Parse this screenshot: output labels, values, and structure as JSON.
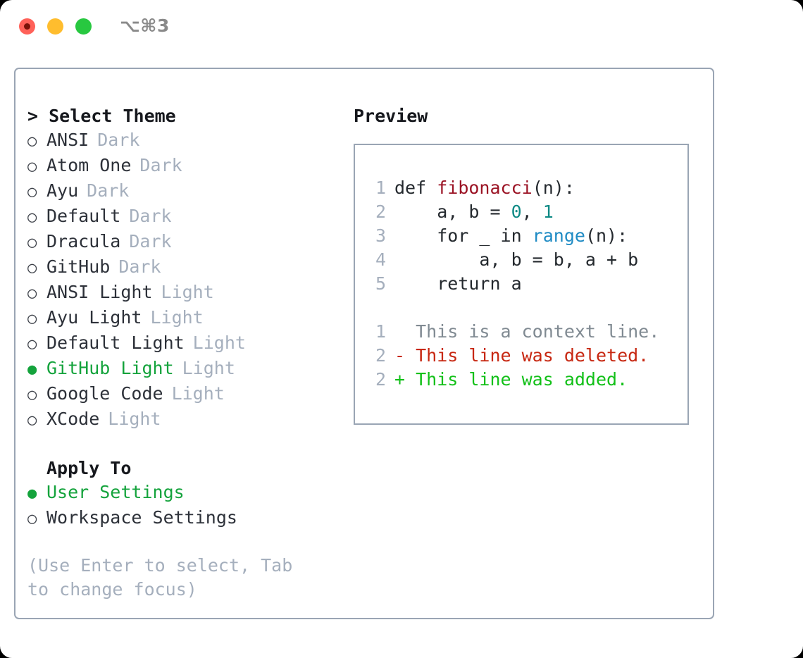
{
  "window": {
    "shortcut": "⌥⌘3",
    "traffic_lights": [
      {
        "name": "close",
        "color": "#ff6159"
      },
      {
        "name": "minimize",
        "color": "#ffbd2e"
      },
      {
        "name": "maximize",
        "color": "#28c840"
      }
    ]
  },
  "theme_picker": {
    "heading": "> Select Theme",
    "marker_off": "○",
    "marker_on": "●",
    "items": [
      {
        "label": "ANSI",
        "variant": "Dark",
        "selected": false
      },
      {
        "label": "Atom One",
        "variant": "Dark",
        "selected": false
      },
      {
        "label": "Ayu",
        "variant": "Dark",
        "selected": false
      },
      {
        "label": "Default",
        "variant": "Dark",
        "selected": false
      },
      {
        "label": "Dracula",
        "variant": "Dark",
        "selected": false
      },
      {
        "label": "GitHub",
        "variant": "Dark",
        "selected": false
      },
      {
        "label": "ANSI Light",
        "variant": "Light",
        "selected": false
      },
      {
        "label": "Ayu Light",
        "variant": "Light",
        "selected": false
      },
      {
        "label": "Default Light",
        "variant": "Light",
        "selected": false
      },
      {
        "label": "GitHub Light",
        "variant": "Light",
        "selected": true
      },
      {
        "label": "Google Code",
        "variant": "Light",
        "selected": false
      },
      {
        "label": "XCode",
        "variant": "Light",
        "selected": false
      }
    ]
  },
  "apply_to": {
    "heading": "Apply To",
    "items": [
      {
        "label": "User Settings",
        "selected": true
      },
      {
        "label": "Workspace Settings",
        "selected": false
      }
    ]
  },
  "hint": "(Use Enter to select, Tab to change focus)",
  "preview": {
    "title": "Preview",
    "code_lines": [
      {
        "num": "1",
        "tokens": [
          {
            "t": "def ",
            "c": "plain"
          },
          {
            "t": "fibonacci",
            "c": "fn"
          },
          {
            "t": "(n):",
            "c": "plain"
          }
        ]
      },
      {
        "num": "2",
        "tokens": [
          {
            "t": "    a, b = ",
            "c": "plain"
          },
          {
            "t": "0",
            "c": "num"
          },
          {
            "t": ", ",
            "c": "plain"
          },
          {
            "t": "1",
            "c": "num"
          }
        ]
      },
      {
        "num": "3",
        "tokens": [
          {
            "t": "    for _ in ",
            "c": "plain"
          },
          {
            "t": "range",
            "c": "call"
          },
          {
            "t": "(n):",
            "c": "plain"
          }
        ]
      },
      {
        "num": "4",
        "tokens": [
          {
            "t": "        a, b = b, a + b",
            "c": "plain"
          }
        ]
      },
      {
        "num": "5",
        "tokens": [
          {
            "t": "    return a",
            "c": "plain"
          }
        ]
      }
    ],
    "diff_lines": [
      {
        "num": "1",
        "text": "  This is a context line.",
        "kind": "ctx"
      },
      {
        "num": "2",
        "text": "- This line was deleted.",
        "kind": "del"
      },
      {
        "num": "2",
        "text": "+ This line was added.",
        "kind": "add"
      }
    ]
  },
  "colors": {
    "accent_green": "#14a33c",
    "border": "#9aa5b4",
    "muted": "#a5afbd",
    "fn_red": "#9b1324",
    "num_teal": "#0e8a85",
    "call_blue": "#1f8bc4",
    "diff_del": "#c72711",
    "diff_add": "#12c018"
  }
}
